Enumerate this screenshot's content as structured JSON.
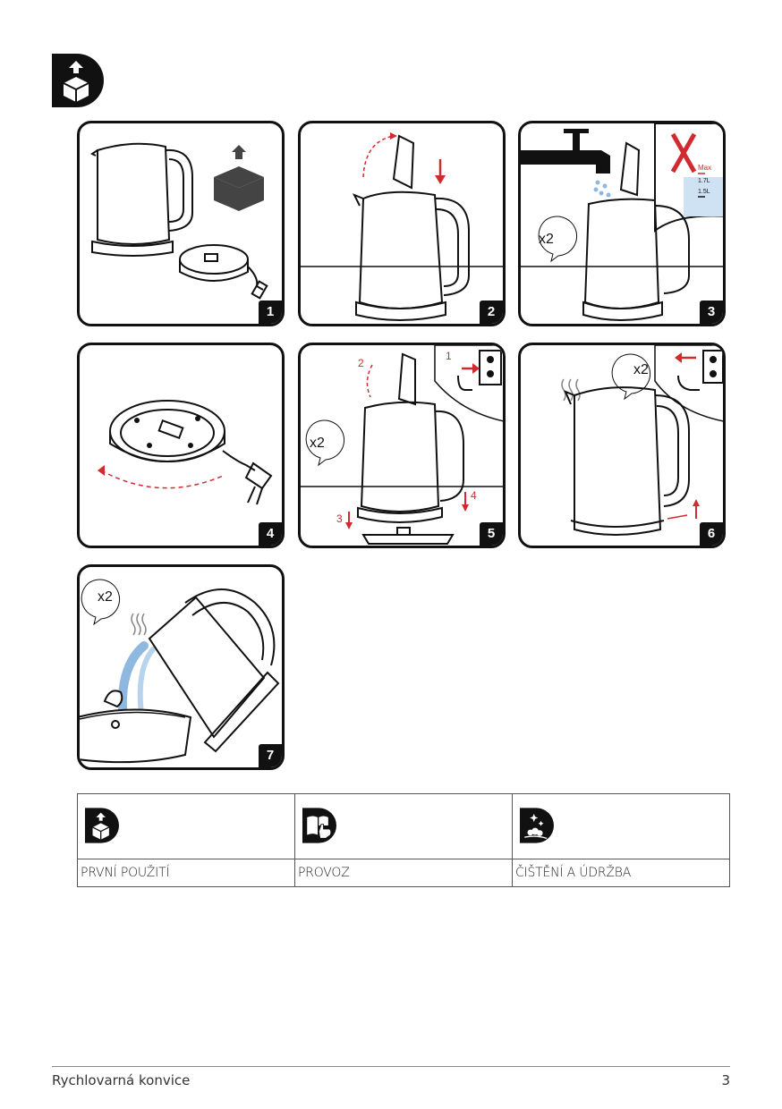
{
  "section_icon": "unbox-icon",
  "panels": [
    {
      "number": "1",
      "icon": "kettle-unpacking-icon"
    },
    {
      "number": "2",
      "icon": "kettle-lid-open-icon"
    },
    {
      "number": "3",
      "icon": "kettle-fill-water-icon",
      "level_max": "Max",
      "level_1": "1.7L",
      "level_2": "1.5L",
      "repeat": "x2"
    },
    {
      "number": "4",
      "icon": "base-cord-icon"
    },
    {
      "number": "5",
      "icon": "kettle-on-base-icon",
      "step_1": "1",
      "step_2": "2",
      "step_3": "3",
      "step_4": "4",
      "repeat": "x2"
    },
    {
      "number": "6",
      "icon": "kettle-boil-icon",
      "repeat": "x2"
    },
    {
      "number": "7",
      "icon": "kettle-pour-icon",
      "repeat": "x2"
    }
  ],
  "legend": [
    {
      "label": "PRVNÍ POUŽITÍ",
      "icon": "unbox-icon"
    },
    {
      "label": "PROVOZ",
      "icon": "book-hand-icon"
    },
    {
      "label": "ČIŠTĚNÍ A ÚDRŽBA",
      "icon": "cleaning-sparkle-icon"
    }
  ],
  "footer": {
    "title": "Rychlovarná konvice",
    "page": "3"
  },
  "colors": {
    "accent": "#d12a2f",
    "ink": "#111111",
    "water": "#8fb8e0"
  }
}
